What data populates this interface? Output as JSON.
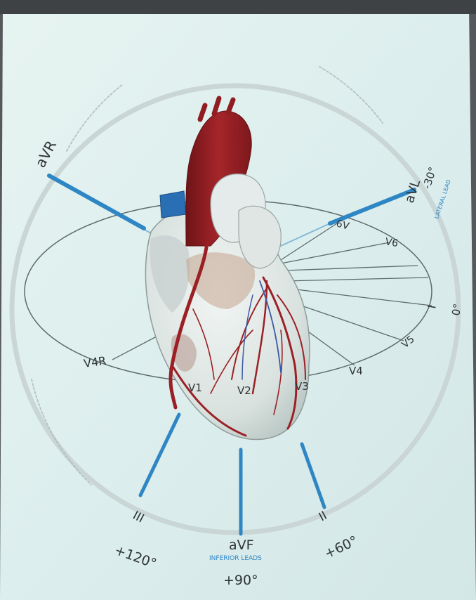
{
  "leads": {
    "avr": "aVR",
    "avl": "aVL",
    "i": "I",
    "ii": "II",
    "iii": "III",
    "avf": "aVF",
    "v1": "V1",
    "v2": "V2",
    "v3": "V3",
    "v4": "V4",
    "v5": "V5",
    "v6": "V6",
    "v4r": "V4R",
    "v6_upper": "6V"
  },
  "angles": {
    "minus30": "-30°",
    "zero": "0°",
    "plus60": "+60°",
    "plus90": "+90°",
    "plus120": "+120°"
  },
  "groups": {
    "lateral": "LATERAL LEAD",
    "inferior": "INFERIOR LEADS"
  },
  "colors": {
    "screen": "#dff0ee",
    "lead_blue": "#2f86c4",
    "heart_red": "#a5252a",
    "aorta": "#8f1d22"
  }
}
